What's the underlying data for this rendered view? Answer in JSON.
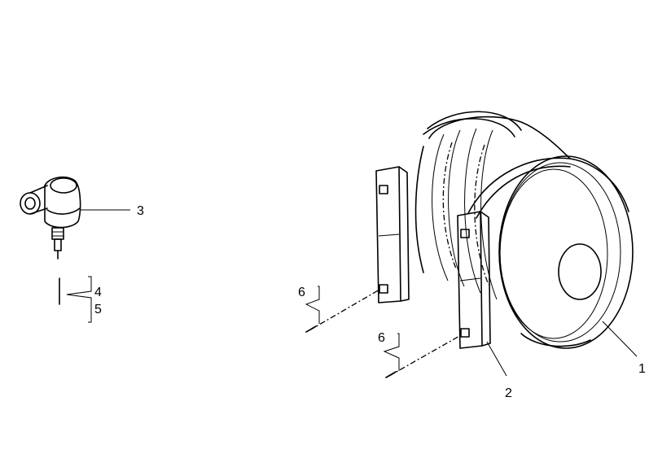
{
  "callouts": {
    "part_1": "1",
    "part_2": "2",
    "part_3": "3",
    "part_4": "4",
    "part_5": "5",
    "part_6_upper": "6",
    "part_6_lower": "6"
  },
  "colors": {
    "ink": "#000000",
    "paper": "#ffffff"
  }
}
